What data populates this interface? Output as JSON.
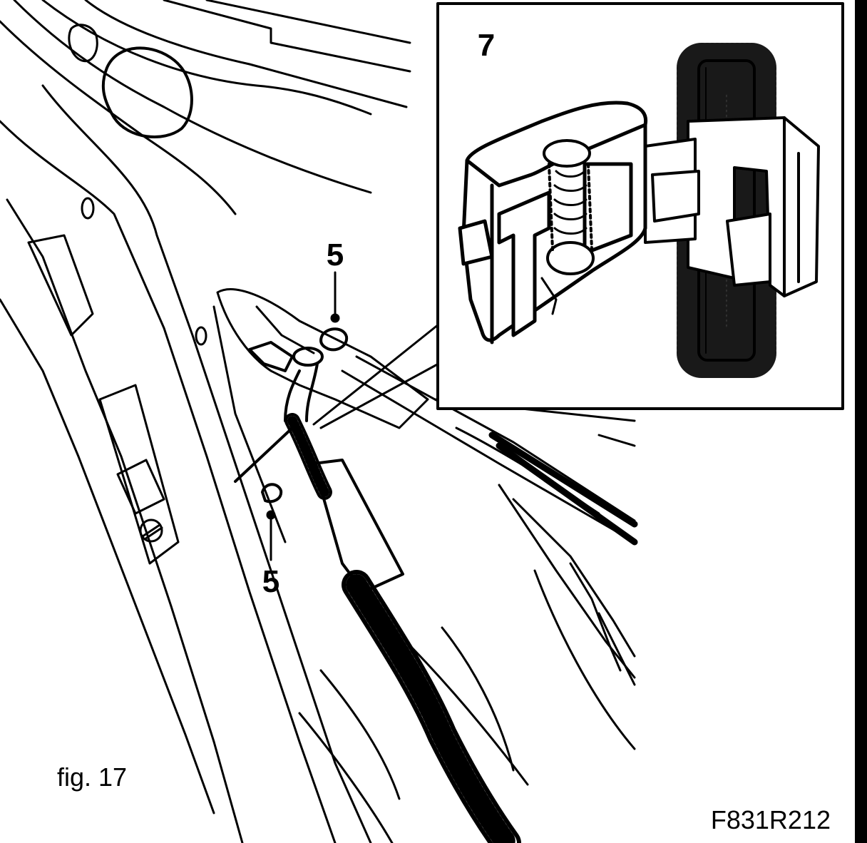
{
  "figure": {
    "caption": "fig. 17",
    "code": "F831R212"
  },
  "callouts": {
    "clip_top": "5",
    "clip_bottom": "5",
    "inset": "7"
  },
  "colors": {
    "ink": "#000000",
    "paper": "#ffffff"
  }
}
